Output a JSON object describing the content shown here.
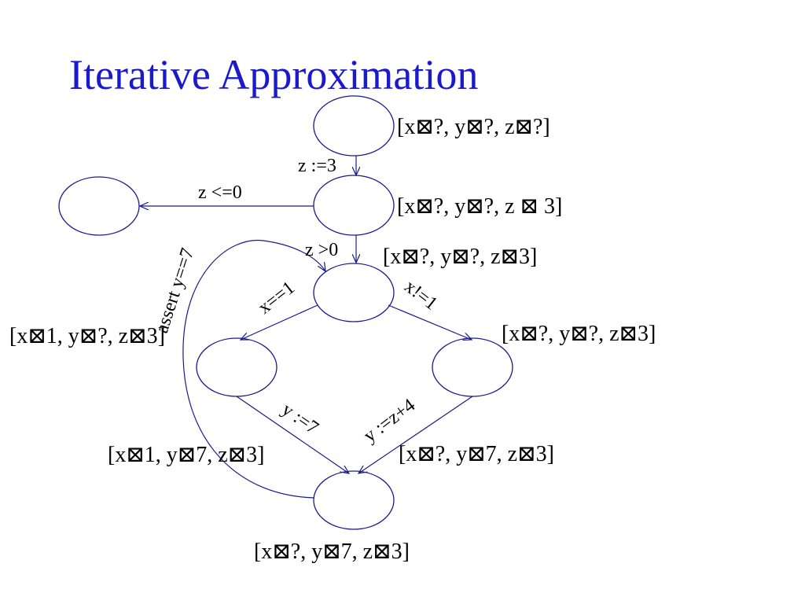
{
  "title": "Iterative Approximation",
  "colors": {
    "title": "#1a1acc",
    "edges": "#1a1a8c",
    "text": "#000000"
  },
  "edge_labels": {
    "z_assign_3": "z :=3",
    "z_le_0": "z <=0",
    "assert_y_7": "assert y==7",
    "z_gt_0": "z >0",
    "x_eq_1": "x==1",
    "x_ne_1": "x!=1",
    "y_assign_7": "y :=7",
    "y_assign_z4": "y :=z+4"
  },
  "state_labels": {
    "entry": "[x⊠?, y⊠?, z⊠?]",
    "after_z_assign": "[x⊠?, y⊠?, z ⊠ 3]",
    "loop_head": "[x⊠?, y⊠?, z⊠3]",
    "left_branch": "[x⊠1, y⊠?, z⊠3]",
    "right_branch": "[x⊠?, y⊠?, z⊠3]",
    "left_after_y": "[x⊠1, y⊠7, z⊠3]",
    "right_after_y": "[x⊠?, y⊠7, z⊠3]",
    "join": "[x⊠?, y⊠7, z⊠3]"
  }
}
